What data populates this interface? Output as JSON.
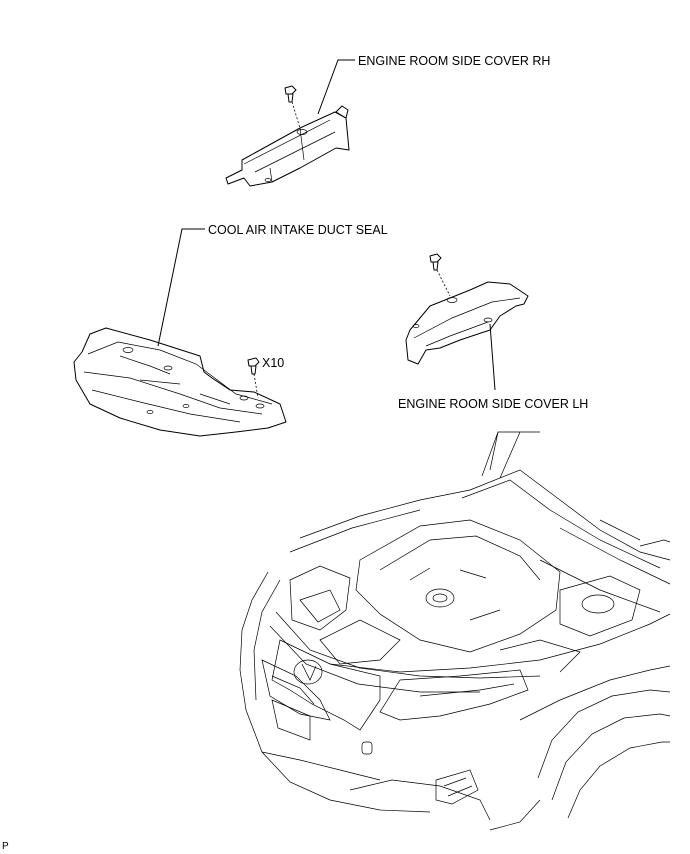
{
  "labels": {
    "rh_cover": "ENGINE ROOM SIDE COVER RH",
    "duct_seal": "COOL AIR INTAKE DUCT SEAL",
    "clip_qty": "X10",
    "lh_cover": "ENGINE ROOM SIDE COVER LH"
  },
  "footer": {
    "code": "P"
  }
}
